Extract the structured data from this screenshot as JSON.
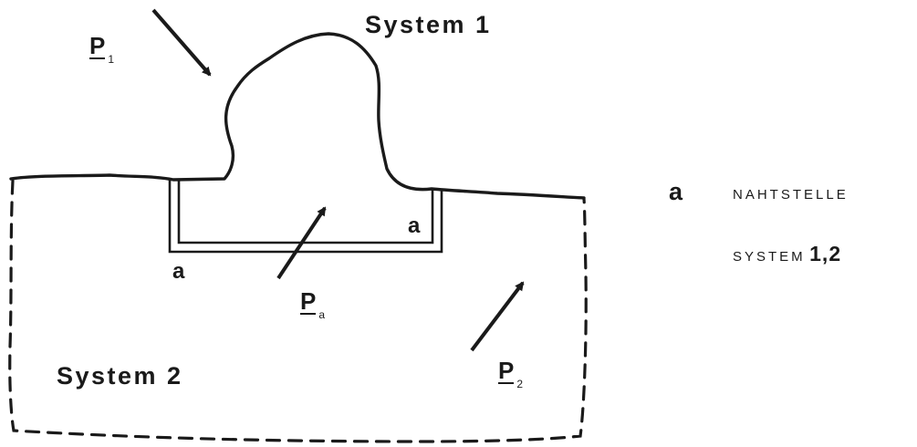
{
  "labels": {
    "system1": "System 1",
    "system2": "System 2",
    "interface_a_left": "a",
    "interface_a_right": "a",
    "p1": {
      "symbol": "P",
      "subscript": "1"
    },
    "pa": {
      "symbol": "P",
      "subscript": "a"
    },
    "p2": {
      "symbol": "P",
      "subscript": "2"
    }
  },
  "legend": {
    "key": "a",
    "line1": "NAHTSTELLE",
    "line2_text": "SYSTEM",
    "line2_numbers": "1,2"
  }
}
